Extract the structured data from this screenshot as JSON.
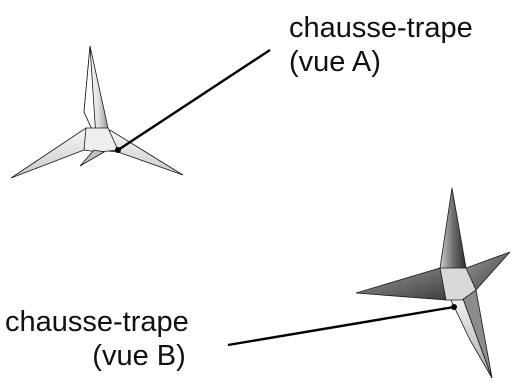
{
  "labels": {
    "view_a": {
      "line1": "chausse-trape",
      "line2": "(vue A)"
    },
    "view_b": {
      "line1": "chausse-trape",
      "line2": "(vue B)"
    }
  },
  "colors": {
    "light_metal": "#f2f2f2",
    "mid_metal": "#bdbdbd",
    "dark_metal": "#4a4a4a",
    "outline": "#1a1a1a",
    "leader_line": "#000000"
  }
}
